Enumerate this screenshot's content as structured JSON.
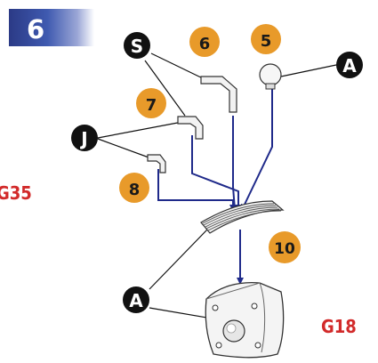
{
  "step": {
    "number": "6"
  },
  "part_codes": {
    "left": "G35",
    "right": "G18"
  },
  "letter_markers": {
    "s": "S",
    "a_top": "A",
    "j": "J",
    "a_bottom": "A"
  },
  "number_markers": {
    "n5": "5",
    "n6": "6",
    "n7": "7",
    "n8": "8",
    "n10": "10"
  },
  "colors": {
    "step_badge": "#2b3a86",
    "part_code": "#d22a2a",
    "number_marker": "#e89a2a",
    "letter_marker": "#111111",
    "arrow": "#1f2a8a"
  }
}
